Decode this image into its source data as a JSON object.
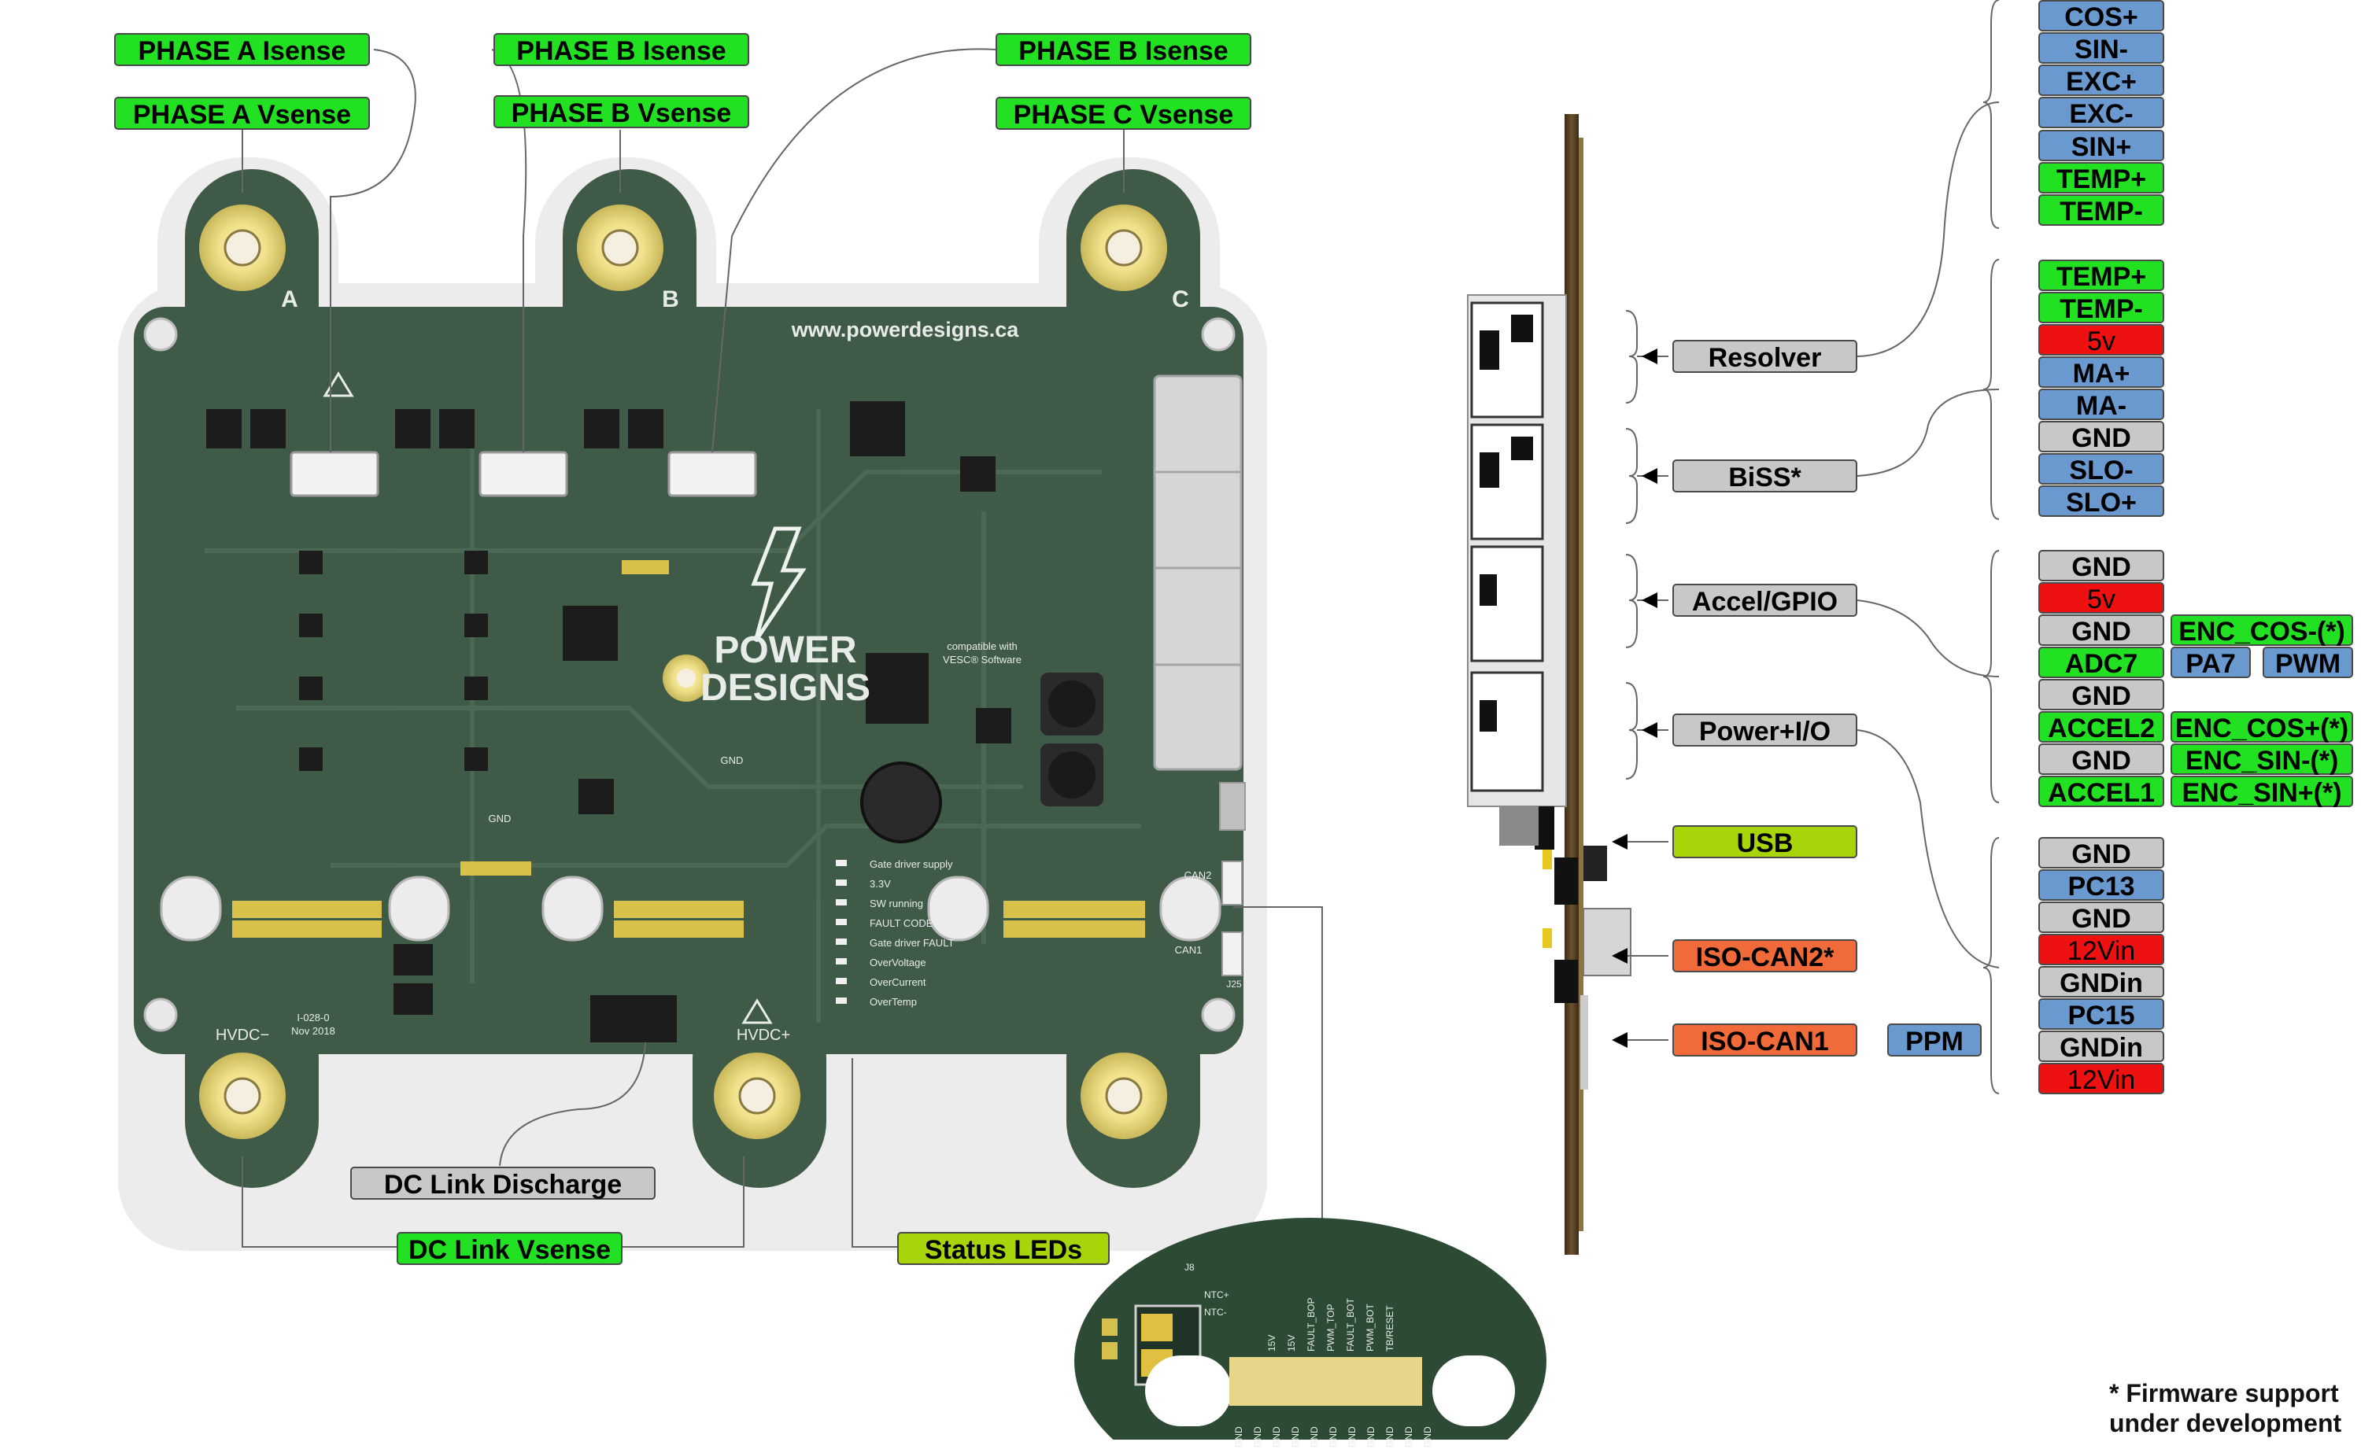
{
  "pcb": {
    "url": "www.powerdesigns.ca",
    "brand_line1": "POWER",
    "brand_line2": "DESIGNS",
    "compat_line1": "compatible with",
    "compat_line2": "VESC® Software",
    "phase_a": "A",
    "phase_b": "B",
    "phase_c": "C",
    "hvdc_minus": "HVDC−",
    "hvdc_plus": "HVDC+",
    "rev_line1": "I-028-0",
    "rev_line2": "Nov 2018",
    "can2": "CAN2",
    "can1": "CAN1",
    "j25": "J25",
    "gnd1": "GND",
    "gnd2": "GND",
    "led_labels": [
      "Gate driver supply",
      "3.3V",
      "SW running",
      "FAULT CODE",
      "Gate driver FAULT",
      "OverVoltage",
      "OverCurrent",
      "OverTemp"
    ]
  },
  "left_callouts": {
    "phase_a_isense": "PHASE A Isense",
    "phase_b_isense_1": "PHASE B Isense",
    "phase_b_isense_2": "PHASE B Isense",
    "phase_a_vsense": "PHASE A Vsense",
    "phase_b_vsense": "PHASE B Vsense",
    "phase_c_vsense": "PHASE C Vsense",
    "dc_link_discharge": "DC Link Discharge",
    "dc_link_vsense": "DC Link Vsense",
    "status_leds": "Status LEDs"
  },
  "zoom_inset": {
    "j8": "J8",
    "ntc_plus": "NTC+",
    "ntc_minus": "NTC-",
    "pins_top": [
      "15V",
      "15V",
      "FAULT_BOP",
      "PWM_TOP",
      "FAULT_BOT",
      "PWM_BOT",
      "TB/RESET"
    ],
    "pins_bottom": [
      "GND",
      "GND",
      "GND",
      "GND",
      "GND",
      "GND",
      "GND",
      "GND",
      "GND",
      "GND",
      "GND"
    ]
  },
  "connectors": {
    "resolver": "Resolver",
    "biss": "BiSS*",
    "accel_gpio": "Accel/GPIO",
    "power_io": "Power+I/O",
    "usb": "USB",
    "iso_can2": "ISO-CAN2*",
    "iso_can1": "ISO-CAN1",
    "ppm": "PPM"
  },
  "pinouts": {
    "resolver": [
      "COS+",
      "SIN-",
      "EXC+",
      "EXC-",
      "SIN+",
      "TEMP+",
      "TEMP-"
    ],
    "biss": [
      "TEMP+",
      "TEMP-",
      "5v",
      "MA+",
      "MA-",
      "GND",
      "SLO-",
      "SLO+"
    ],
    "accel_gpio": [
      "GND",
      "5v",
      "GND",
      "ADC7",
      "GND",
      "ACCEL2",
      "GND",
      "ACCEL1"
    ],
    "accel_alt": [
      "ENC_COS-(*)",
      "PA7",
      "PWM",
      "ENC_COS+(*)",
      "ENC_SIN-(*)",
      "ENC_SIN+(*)"
    ],
    "power_io": [
      "GND",
      "PC13",
      "GND",
      "12Vin",
      "GNDin",
      "PC15",
      "GNDin",
      "12Vin"
    ]
  },
  "footnote": {
    "line1": "* Firmware support",
    "line2": "under development"
  },
  "colors": {
    "pcb_green": "#3f5a47",
    "callout_green": "#22e022",
    "pin_blue": "#6a99d0",
    "pin_red": "#ee1111",
    "pin_grey": "#c8c8c8",
    "olive": "#a8d40a",
    "orange": "#f06a3a"
  }
}
